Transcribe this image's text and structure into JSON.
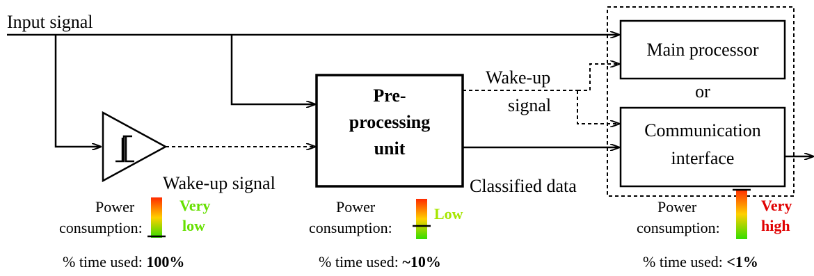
{
  "diagram": {
    "input_label": "Input signal",
    "wake_signal_bottom": "Wake-up signal",
    "wake_signal_top_line1": "Wake-up",
    "wake_signal_top_line2": "signal",
    "classified_data": "Classified data",
    "preproc_line1": "Pre-",
    "preproc_line2": "processing",
    "preproc_line3": "unit",
    "main_processor": "Main processor",
    "or_label": "or",
    "comm_line1": "Communication",
    "comm_line2": "interface"
  },
  "power": [
    {
      "label_line1": "Power",
      "label_line2": "consumption:",
      "level_line1": "Very",
      "level_line2": "low",
      "level_color": "#66e000",
      "level_fraction": 0.0,
      "time_prefix": "% time used: ",
      "time_value": "100%"
    },
    {
      "label_line1": "Power",
      "label_line2": "consumption:",
      "level_line1": "Low",
      "level_line2": "",
      "level_color": "#a6e600",
      "level_fraction": 0.32,
      "time_prefix": "% time used: ",
      "time_value": "~10%"
    },
    {
      "label_line1": "Power",
      "label_line2": "consumption:",
      "level_line1": "Very",
      "level_line2": "high",
      "level_color": "#e00000",
      "level_fraction": 1.0,
      "time_prefix": "% time used: ",
      "time_value": "<1%"
    }
  ],
  "colors": {
    "gradient_top": "#ff2a00",
    "gradient_mid": "#ffd000",
    "gradient_bottom": "#33dd00"
  }
}
